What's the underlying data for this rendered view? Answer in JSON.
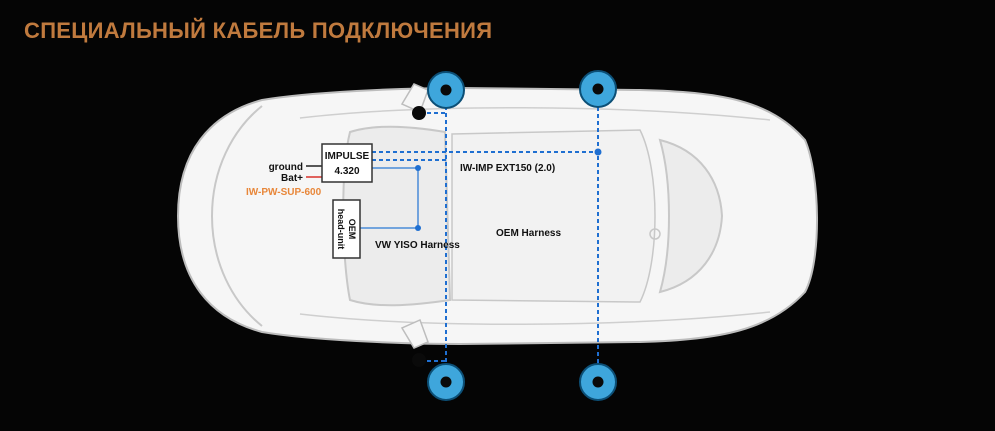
{
  "heading": "СПЕЦИАЛЬНЫЙ КАБЕЛЬ ПОДКЛЮЧЕНИЯ",
  "amplifier": {
    "name": "IMPULSE",
    "model": "4.320"
  },
  "head_unit": {
    "line1": "OEM",
    "line2": "head-unit"
  },
  "power": {
    "ground": "ground",
    "battery": "Bat+",
    "kit": "IW-PW-SUP-600"
  },
  "cables": {
    "extension": "IW-IMP EXT150 (2.0)",
    "yiso": "VW YISO Harness",
    "oem": "OEM Harness"
  },
  "colors": {
    "background": "#050505",
    "heading": "#c07a3e",
    "power_kit": "#e8873a",
    "battery_wire": "#d8312a",
    "cable_blue": "#1f6fd1",
    "yiso_wire": "#4a8bd8",
    "speaker": "#3ea6dc",
    "car_body": "#f6f6f6",
    "car_line": "#bdbdbd"
  }
}
